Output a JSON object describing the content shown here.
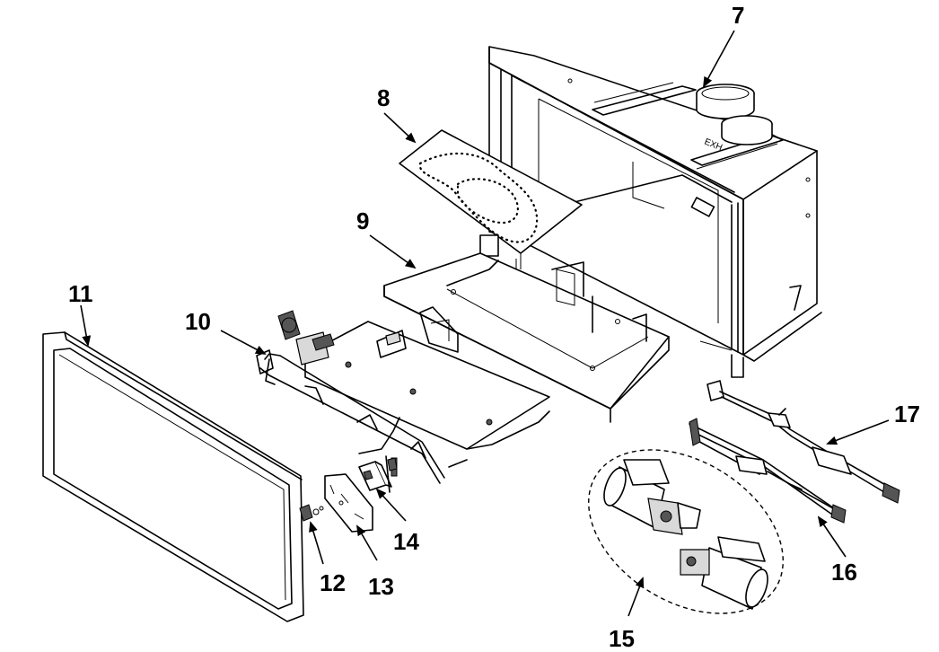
{
  "diagram": {
    "callouts": [
      {
        "id": "7",
        "label": "7"
      },
      {
        "id": "8",
        "label": "8"
      },
      {
        "id": "9",
        "label": "9"
      },
      {
        "id": "10",
        "label": "10"
      },
      {
        "id": "11",
        "label": "11"
      },
      {
        "id": "12",
        "label": "12"
      },
      {
        "id": "13",
        "label": "13"
      },
      {
        "id": "14",
        "label": "14"
      },
      {
        "id": "15",
        "label": "15"
      },
      {
        "id": "16",
        "label": "16"
      },
      {
        "id": "17",
        "label": "17"
      }
    ],
    "firebox_text": "EXH"
  }
}
